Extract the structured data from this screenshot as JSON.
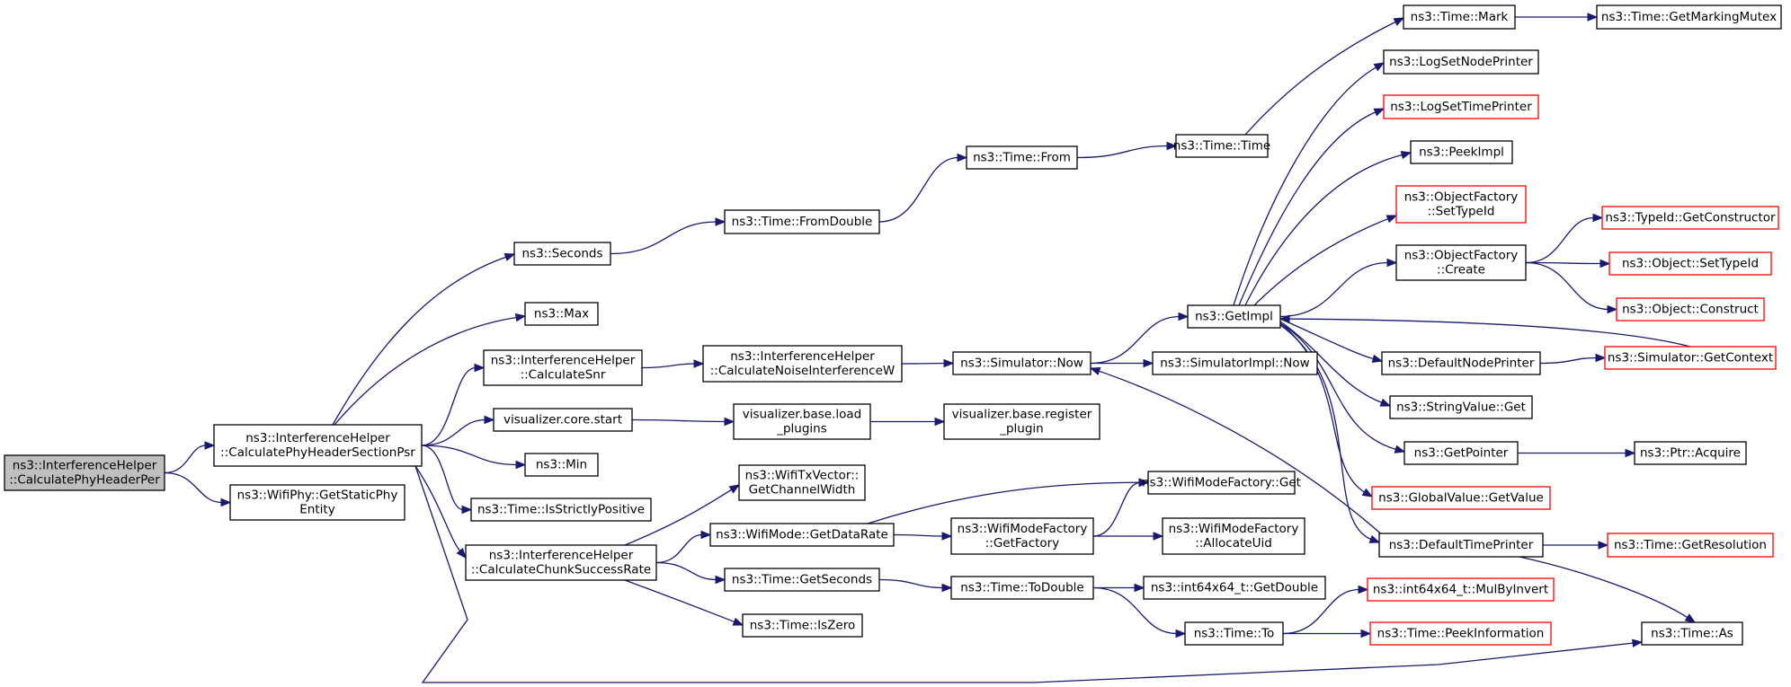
{
  "colors": {
    "edge": "#191970",
    "border": "#000000",
    "undocumented_border": "#ff0000",
    "root_fill": "#bfbfbf",
    "fill": "#ffffff"
  },
  "nodes": [
    {
      "id": "root",
      "lines": [
        "ns3::InterferenceHelper",
        "::CalculatePhyHeaderPer"
      ],
      "kind": "root"
    },
    {
      "id": "cphsp",
      "lines": [
        "ns3::InterferenceHelper",
        "::CalculatePhyHeaderSectionPsr"
      ]
    },
    {
      "id": "gspe",
      "lines": [
        "ns3::WifiPhy::GetStaticPhy",
        "Entity"
      ]
    },
    {
      "id": "seconds",
      "lines": [
        "ns3::Seconds"
      ]
    },
    {
      "id": "max",
      "lines": [
        "ns3::Max"
      ]
    },
    {
      "id": "csnr",
      "lines": [
        "ns3::InterferenceHelper",
        "::CalculateSnr"
      ]
    },
    {
      "id": "vcs",
      "lines": [
        "visualizer.core.start"
      ]
    },
    {
      "id": "min",
      "lines": [
        "ns3::Min"
      ]
    },
    {
      "id": "isp",
      "lines": [
        "ns3::Time::IsStrictlyPositive"
      ]
    },
    {
      "id": "ccsr",
      "lines": [
        "ns3::InterferenceHelper",
        "::CalculateChunkSuccessRate"
      ]
    },
    {
      "id": "fromdouble",
      "lines": [
        "ns3::Time::FromDouble"
      ]
    },
    {
      "id": "cniw",
      "lines": [
        "ns3::InterferenceHelper",
        "::CalculateNoiseInterferenceW"
      ]
    },
    {
      "id": "vbl",
      "lines": [
        "visualizer.base.load",
        "_plugins"
      ]
    },
    {
      "id": "wtvgcw",
      "lines": [
        "ns3::WifiTxVector::",
        "GetChannelWidth"
      ]
    },
    {
      "id": "wmgdr",
      "lines": [
        "ns3::WifiMode::GetDataRate"
      ]
    },
    {
      "id": "getseconds",
      "lines": [
        "ns3::Time::GetSeconds"
      ]
    },
    {
      "id": "iszero",
      "lines": [
        "ns3::Time::IsZero"
      ]
    },
    {
      "id": "from",
      "lines": [
        "ns3::Time::From"
      ]
    },
    {
      "id": "simnow",
      "lines": [
        "ns3::Simulator::Now"
      ]
    },
    {
      "id": "vbrp",
      "lines": [
        "visualizer.base.register",
        "_plugin"
      ]
    },
    {
      "id": "wmfgf",
      "lines": [
        "ns3::WifiModeFactory",
        "::GetFactory"
      ]
    },
    {
      "id": "todouble",
      "lines": [
        "ns3::Time::ToDouble"
      ]
    },
    {
      "id": "time",
      "lines": [
        "ns3::Time::Time"
      ]
    },
    {
      "id": "wmfget",
      "lines": [
        "ns3::WifiModeFactory::Get"
      ]
    },
    {
      "id": "simimplnow",
      "lines": [
        "ns3::SimulatorImpl::Now"
      ]
    },
    {
      "id": "wmfau",
      "lines": [
        "ns3::WifiModeFactory",
        "::AllocateUid"
      ]
    },
    {
      "id": "i64gd",
      "lines": [
        "ns3::int64x64_t::GetDouble"
      ]
    },
    {
      "id": "timeto",
      "lines": [
        "ns3::Time::To"
      ]
    },
    {
      "id": "mark",
      "lines": [
        "ns3::Time::Mark"
      ]
    },
    {
      "id": "getimpl",
      "lines": [
        "ns3::GetImpl"
      ]
    },
    {
      "id": "gmm",
      "lines": [
        "ns3::Time::GetMarkingMutex"
      ]
    },
    {
      "id": "lsnp",
      "lines": [
        "ns3::LogSetNodePrinter"
      ]
    },
    {
      "id": "lstp",
      "lines": [
        "ns3::LogSetTimePrinter"
      ],
      "kind": "red"
    },
    {
      "id": "peekimpl",
      "lines": [
        "ns3::PeekImpl"
      ]
    },
    {
      "id": "ofst",
      "lines": [
        "ns3::ObjectFactory",
        "::SetTypeId"
      ],
      "kind": "red"
    },
    {
      "id": "ofc",
      "lines": [
        "ns3::ObjectFactory",
        "::Create"
      ]
    },
    {
      "id": "dnp",
      "lines": [
        "ns3::DefaultNodePrinter"
      ]
    },
    {
      "id": "svget",
      "lines": [
        "ns3::StringValue::Get"
      ]
    },
    {
      "id": "getpointer",
      "lines": [
        "ns3::GetPointer"
      ]
    },
    {
      "id": "gvget",
      "lines": [
        "ns3::GlobalValue::GetValue"
      ],
      "kind": "red"
    },
    {
      "id": "dtp",
      "lines": [
        "ns3::DefaultTimePrinter"
      ]
    },
    {
      "id": "i64mbi",
      "lines": [
        "ns3::int64x64_t::MulByInvert"
      ],
      "kind": "red"
    },
    {
      "id": "peekinfo",
      "lines": [
        "ns3::Time::PeekInformation"
      ],
      "kind": "red"
    },
    {
      "id": "tidgc",
      "lines": [
        "ns3::TypeId::GetConstructor"
      ],
      "kind": "red"
    },
    {
      "id": "objst",
      "lines": [
        "ns3::Object::SetTypeId"
      ],
      "kind": "red"
    },
    {
      "id": "objc",
      "lines": [
        "ns3::Object::Construct"
      ],
      "kind": "red"
    },
    {
      "id": "simgc",
      "lines": [
        "ns3::Simulator::GetContext"
      ],
      "kind": "red"
    },
    {
      "id": "ptracq",
      "lines": [
        "ns3::Ptr::Acquire"
      ]
    },
    {
      "id": "getres",
      "lines": [
        "ns3::Time::GetResolution"
      ],
      "kind": "red"
    },
    {
      "id": "timeas",
      "lines": [
        "ns3::Time::As"
      ]
    }
  ],
  "edges": [
    [
      "root",
      "cphsp"
    ],
    [
      "root",
      "gspe"
    ],
    [
      "cphsp",
      "seconds"
    ],
    [
      "cphsp",
      "max"
    ],
    [
      "cphsp",
      "csnr"
    ],
    [
      "cphsp",
      "vcs"
    ],
    [
      "cphsp",
      "min"
    ],
    [
      "cphsp",
      "isp"
    ],
    [
      "cphsp",
      "ccsr"
    ],
    [
      "cphsp",
      "timeas"
    ],
    [
      "seconds",
      "fromdouble"
    ],
    [
      "fromdouble",
      "from"
    ],
    [
      "from",
      "time"
    ],
    [
      "time",
      "mark"
    ],
    [
      "mark",
      "gmm"
    ],
    [
      "csnr",
      "cniw"
    ],
    [
      "cniw",
      "simnow"
    ],
    [
      "simnow",
      "getimpl"
    ],
    [
      "simnow",
      "simimplnow"
    ],
    [
      "vcs",
      "vbl"
    ],
    [
      "vbl",
      "vbrp"
    ],
    [
      "ccsr",
      "wtvgcw"
    ],
    [
      "ccsr",
      "wmgdr"
    ],
    [
      "ccsr",
      "getseconds"
    ],
    [
      "ccsr",
      "iszero"
    ],
    [
      "wmgdr",
      "wmfget"
    ],
    [
      "wmgdr",
      "wmfgf"
    ],
    [
      "wmfgf",
      "wmfget"
    ],
    [
      "wmfgf",
      "wmfau"
    ],
    [
      "getseconds",
      "todouble"
    ],
    [
      "todouble",
      "i64gd"
    ],
    [
      "todouble",
      "timeto"
    ],
    [
      "timeto",
      "i64mbi"
    ],
    [
      "timeto",
      "peekinfo"
    ],
    [
      "getimpl",
      "lsnp"
    ],
    [
      "getimpl",
      "lstp"
    ],
    [
      "getimpl",
      "peekimpl"
    ],
    [
      "getimpl",
      "ofst"
    ],
    [
      "getimpl",
      "ofc"
    ],
    [
      "getimpl",
      "dnp"
    ],
    [
      "getimpl",
      "svget"
    ],
    [
      "getimpl",
      "getpointer"
    ],
    [
      "getimpl",
      "gvget"
    ],
    [
      "getimpl",
      "dtp"
    ],
    [
      "ofc",
      "tidgc"
    ],
    [
      "ofc",
      "objst"
    ],
    [
      "ofc",
      "objc"
    ],
    [
      "dnp",
      "simgc"
    ],
    [
      "simgc",
      "getimpl"
    ],
    [
      "getpointer",
      "ptracq"
    ],
    [
      "dtp",
      "getres"
    ],
    [
      "dtp",
      "timeas"
    ],
    [
      "dtp",
      "simnow"
    ]
  ]
}
